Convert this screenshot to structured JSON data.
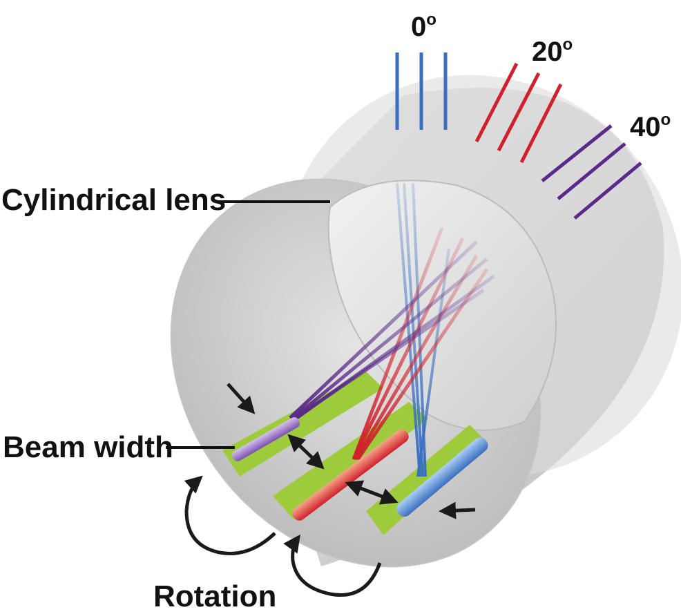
{
  "labels": {
    "cylindrical_lens": "Cylindrical lens",
    "beam_width": "Beam width",
    "rotation": "Rotation"
  },
  "angles": [
    {
      "text": "0",
      "sup": "o",
      "color": "#3a6fc0"
    },
    {
      "text": "20",
      "sup": "o",
      "color": "#d0202c"
    },
    {
      "text": "40",
      "sup": "o",
      "color": "#5a2a8a"
    }
  ],
  "colors": {
    "cylinder": "#d6d6d6",
    "lens": "#e6e6e6",
    "highlight": "#9ecb3c",
    "beam_0deg": "#3a6fc0",
    "beam_20deg": "#d0202c",
    "beam_40deg": "#5a2a8a",
    "arrows": "#1a1a1a"
  }
}
